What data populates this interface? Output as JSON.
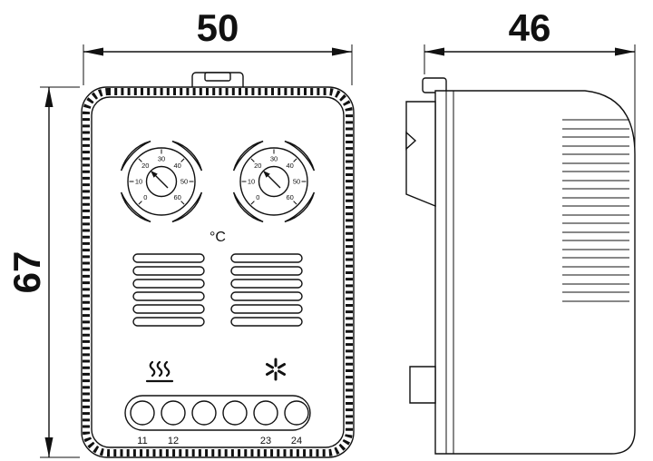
{
  "dimensions": {
    "width": "50",
    "depth": "46",
    "height": "67"
  },
  "front_view": {
    "unit_label": "°C",
    "dial_scale": [
      "0",
      "10",
      "20",
      "30",
      "40",
      "50",
      "60"
    ],
    "terminals": [
      "11",
      "12",
      "23",
      "24"
    ],
    "icons": {
      "heater": "heater-icon",
      "fan": "fan-icon"
    }
  },
  "colors": {
    "line": "#111111",
    "background": "#ffffff"
  }
}
